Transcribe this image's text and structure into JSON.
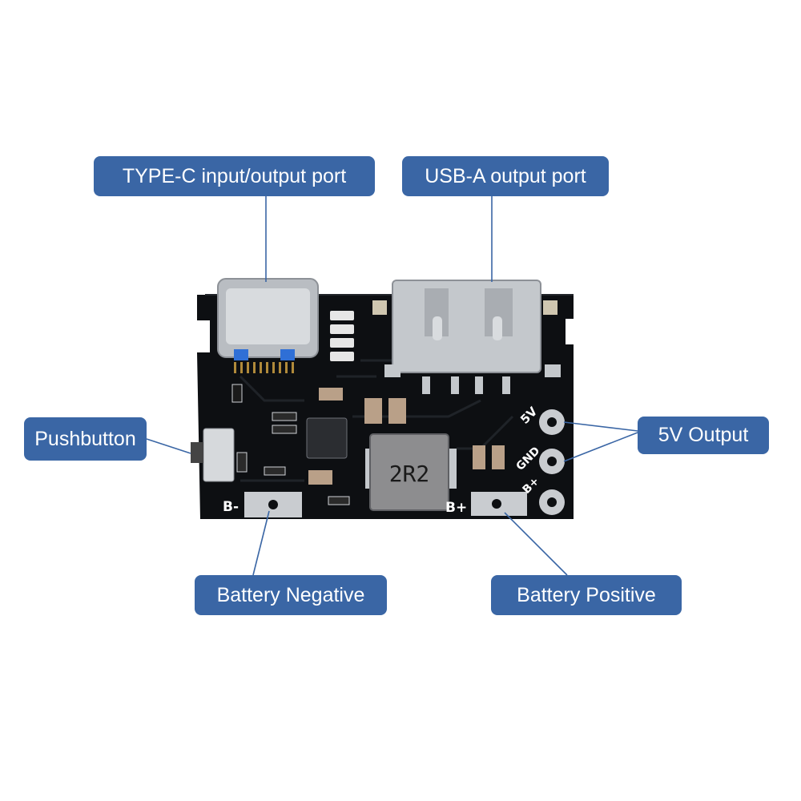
{
  "callouts": {
    "typec": "TYPE-C input/output port",
    "usba": "USB-A output port",
    "pushbutton": "Pushbutton",
    "output5v": "5V Output",
    "battery_negative": "Battery Negative",
    "battery_positive": "Battery Positive"
  },
  "board": {
    "silk_5v": "5V",
    "silk_gnd": "GND",
    "silk_bplus_pin": "B+",
    "silk_bminus": "B-",
    "silk_bplus": "B+",
    "inductor_marking": "2R2"
  },
  "colors": {
    "callout": "#3a66a5",
    "pcb": "#0d0f12",
    "metal": "#c9ccd0"
  }
}
